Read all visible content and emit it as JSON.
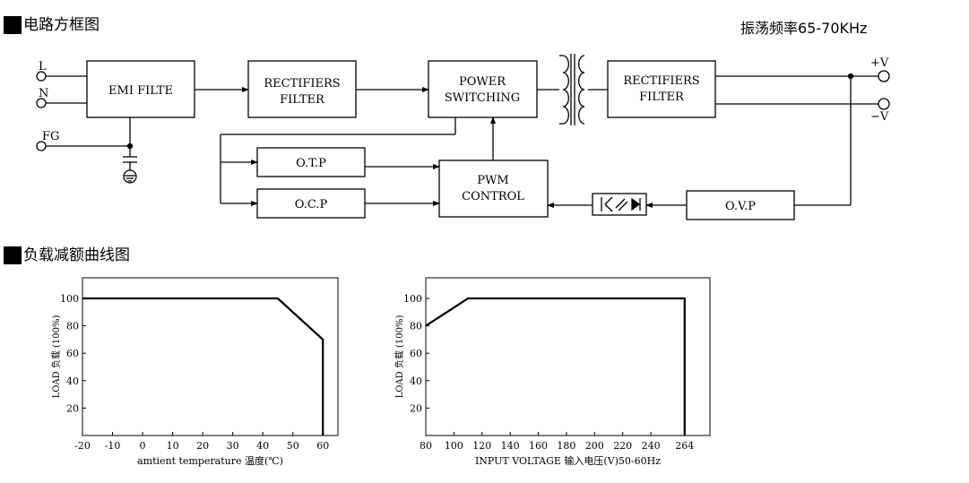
{
  "block_diagram": {
    "title": "电路方框图",
    "frequency_note": "振荡频率65-70KHz",
    "terminals": {
      "live": "L",
      "neutral": "N",
      "ground": "FG",
      "pos_out": "+V",
      "neg_out": "−V"
    },
    "blocks": {
      "emi": "EMI FILTE",
      "rect1_line1": "RECTIFIERS",
      "rect1_line2": "FILTER",
      "pwr_line1": "POWER",
      "pwr_line2": "SWITCHING",
      "rect2_line1": "RECTIFIERS",
      "rect2_line2": "FILTER",
      "otp": "O.T.P",
      "ocp": "O.C.P",
      "pwm_line1": "PWM",
      "pwm_line2": "CONTROL",
      "ovp": "O.V.P"
    }
  },
  "derating": {
    "title": "负载减额曲线图"
  },
  "chart_data": [
    {
      "type": "line",
      "title": "",
      "xlabel": "amtient temperature 温度(℃)",
      "ylabel": "LOAD 负载 (100%)",
      "xlim": [
        -20,
        65
      ],
      "ylim": [
        0,
        115
      ],
      "x_ticks": [
        -20,
        -10,
        0,
        10,
        20,
        30,
        40,
        50,
        60
      ],
      "y_ticks": [
        20,
        40,
        60,
        80,
        100
      ],
      "series": [
        {
          "x": [
            -20,
            45,
            60,
            60
          ],
          "y": [
            100,
            100,
            70,
            0
          ]
        }
      ]
    },
    {
      "type": "line",
      "title": "",
      "xlabel": "INPUT VOLTAGE 输入电压(V)50-60Hz",
      "ylabel": "LOAD 负载 (100%)",
      "xlim": [
        80,
        282
      ],
      "ylim": [
        0,
        115
      ],
      "x_ticks": [
        80,
        100,
        120,
        140,
        160,
        180,
        200,
        220,
        240,
        264
      ],
      "y_ticks": [
        20,
        40,
        60,
        80,
        100
      ],
      "series": [
        {
          "x": [
            80,
            110,
            264,
            264
          ],
          "y": [
            80,
            100,
            100,
            0
          ]
        }
      ]
    }
  ]
}
